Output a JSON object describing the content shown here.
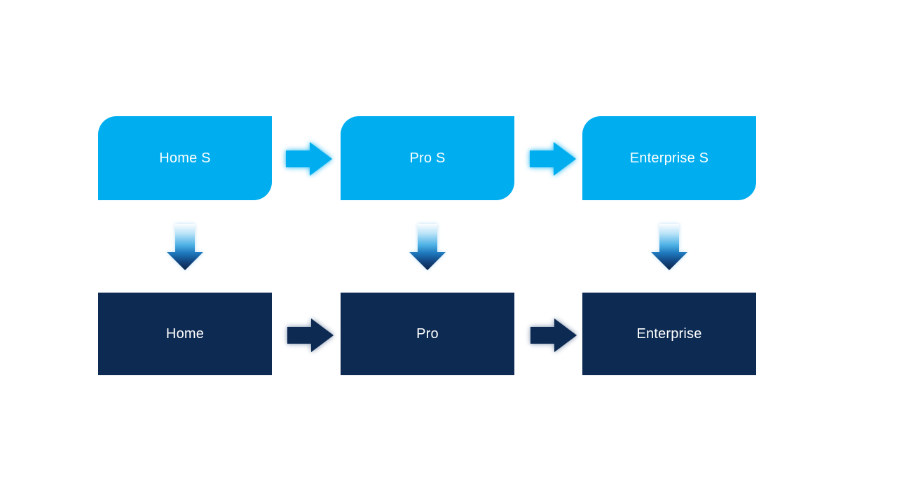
{
  "colors": {
    "background": "#FFFFFF",
    "cyan": "#00AEEF",
    "navy": "#0D2A52",
    "text": "#FFFFFF"
  },
  "gradients": {
    "down_arrow": [
      "#FBFDFF",
      "#BCE4F7",
      "#4FB3E6",
      "#1E78BC",
      "#11447E",
      "#0C2547"
    ]
  },
  "diagram": {
    "top_row": {
      "items": [
        {
          "label": "Home S"
        },
        {
          "label": "Pro S"
        },
        {
          "label": "Enterprise S"
        }
      ],
      "fill": "#00AEEF",
      "shape": "round-diagonal-corner-rectangle"
    },
    "bottom_row": {
      "items": [
        {
          "label": "Home"
        },
        {
          "label": "Pro"
        },
        {
          "label": "Enterprise"
        }
      ],
      "fill": "#0D2A52",
      "shape": "rectangle"
    },
    "connectors": {
      "horizontal": "right-block-arrow",
      "vertical": "down-block-arrow"
    }
  }
}
